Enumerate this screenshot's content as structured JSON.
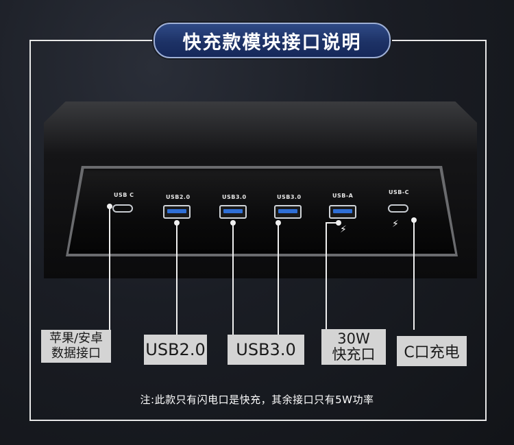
{
  "title": "快充款模块接口说明",
  "ports": [
    {
      "label": "USB  C",
      "type": "usb-c",
      "icon": "usb-c-port-icon"
    },
    {
      "label": "USB2.0",
      "type": "usb-a",
      "icon": "usb-a-port-icon"
    },
    {
      "label": "USB3.0",
      "type": "usb-a",
      "icon": "usb-a-port-icon"
    },
    {
      "label": "USB3.0",
      "type": "usb-a",
      "icon": "usb-a-port-icon"
    },
    {
      "label": "USB-A",
      "type": "usb-a",
      "icon": "usb-a-port-icon",
      "fast_charge_icon": "lightning-bolt-icon"
    },
    {
      "label": "USB-C",
      "type": "usb-c",
      "icon": "usb-c-port-icon",
      "fast_charge_icon": "lightning-bolt-icon"
    }
  ],
  "callouts": [
    {
      "line1": "苹果/安卓",
      "line2": "数据接口"
    },
    {
      "line1": "USB2.0"
    },
    {
      "line1": "USB3.0"
    },
    {
      "line1": "30W",
      "line2": "快充口"
    },
    {
      "line1": "C口充电"
    }
  ],
  "note": "注:此款只有闪电口是快充，其余接口只有5W功率",
  "colors": {
    "title_pill": "#1d3266",
    "callout_bg": "#d4d4d4",
    "usb_blue": "#2f6fd6"
  }
}
